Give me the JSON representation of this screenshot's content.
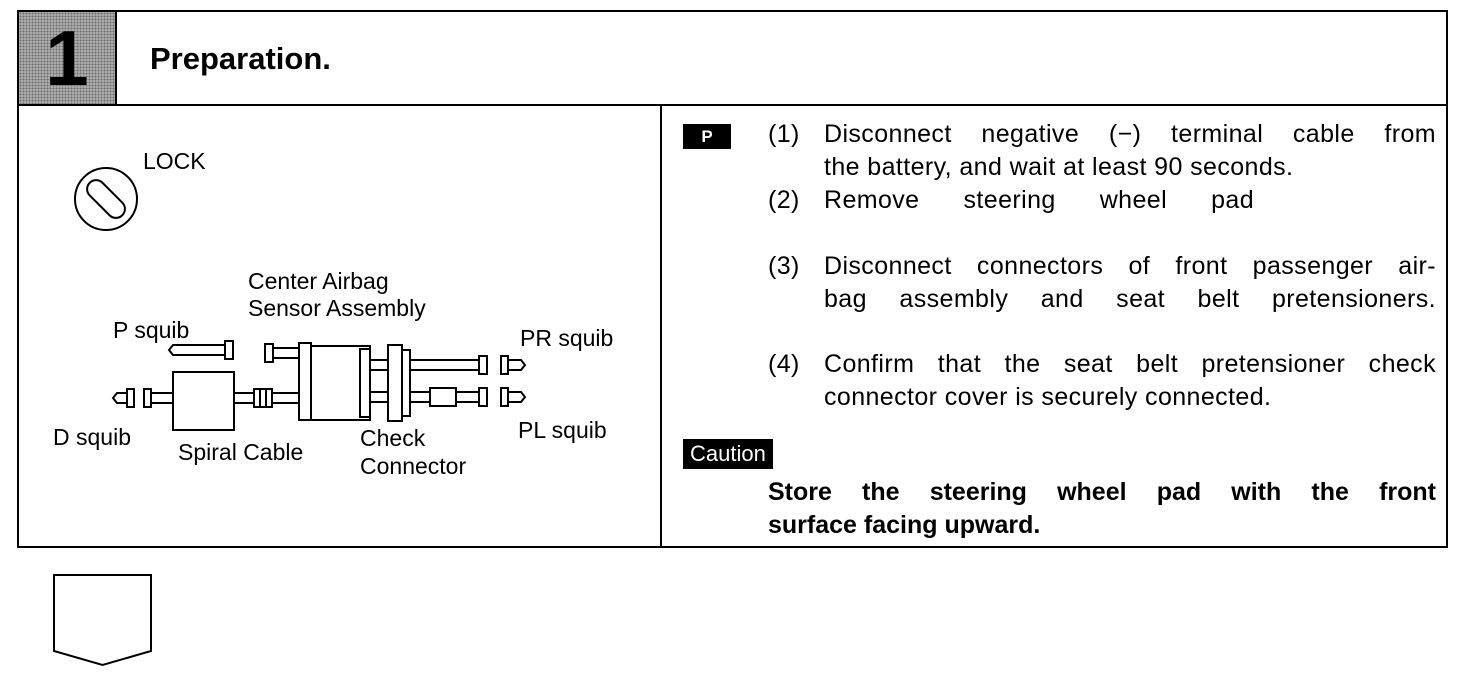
{
  "header": {
    "step_number": "1",
    "title": "Preparation."
  },
  "diagram": {
    "switch_label": "LOCK",
    "center_sensor_line1": "Center Airbag",
    "center_sensor_line2": "Sensor Assembly",
    "p_squib": "P squib",
    "d_squib": "D squib",
    "spiral_cable": "Spiral Cable",
    "check_connector_line1": "Check",
    "check_connector_line2": "Connector",
    "pr_squib": "PR squib",
    "pl_squib": "PL squib"
  },
  "procedure": {
    "badge": "P",
    "steps": [
      {
        "num": "(1)",
        "line1": "Disconnect negative (−) terminal cable from",
        "line2": "the battery, and wait at least 90 seconds."
      },
      {
        "num": "(2)",
        "line1": "Remove steering wheel pad"
      },
      {
        "num": "(3)",
        "line1": "Disconnect connectors of front passenger air-",
        "line2": "bag assembly and seat belt pretensioners."
      },
      {
        "num": "(4)",
        "line1": "Confirm that the seat belt pretensioner check",
        "line2": "connector cover is securely connected."
      }
    ]
  },
  "caution": {
    "badge": "Caution",
    "line1": "Store the steering wheel pad with the front",
    "line2": "surface facing upward."
  }
}
